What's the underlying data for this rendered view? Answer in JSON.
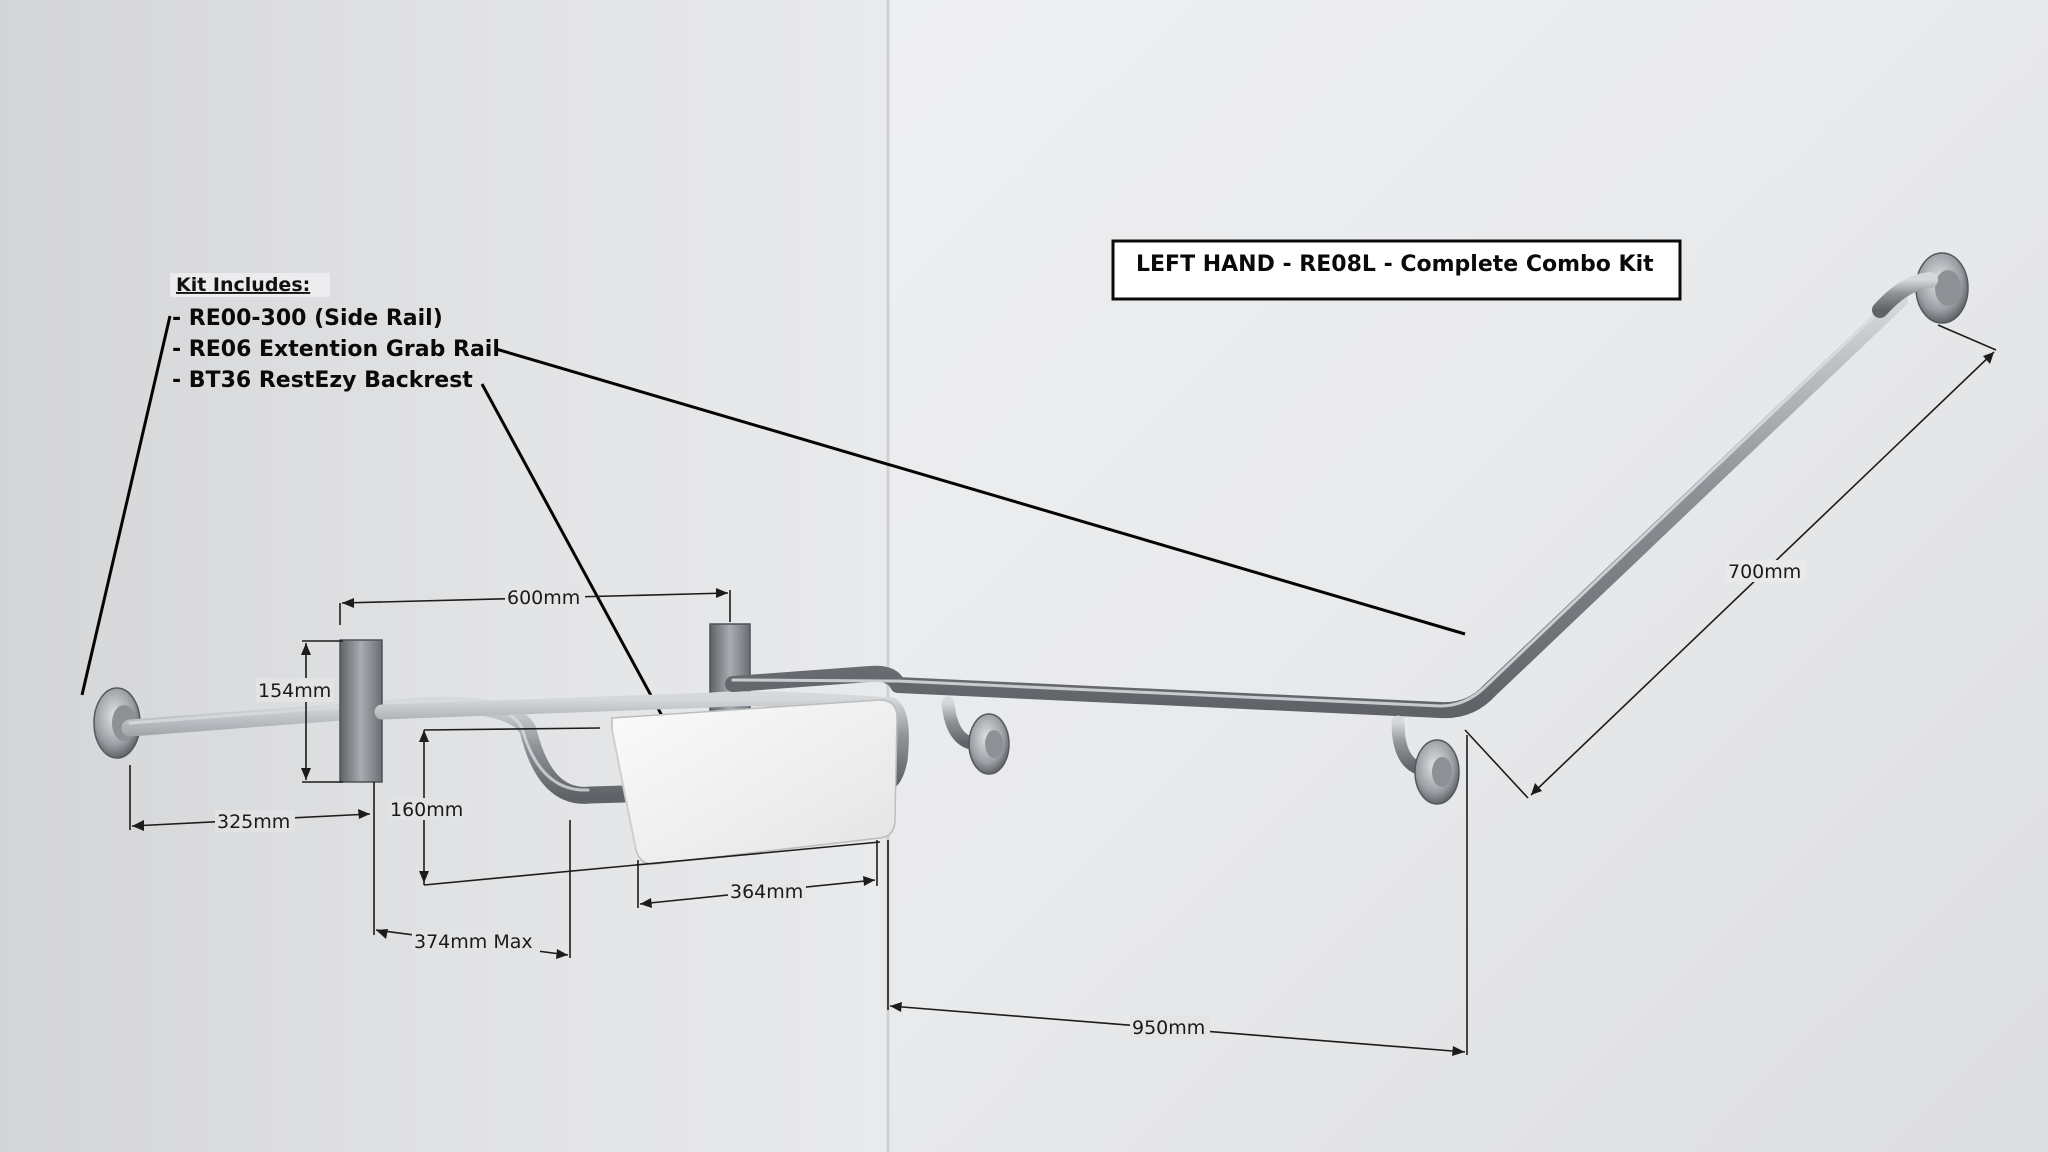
{
  "title": "LEFT HAND - RE08L - Complete Combo Kit",
  "kit": {
    "heading": "Kit Includes:",
    "items": [
      "- RE00-300 (Side Rail)",
      "- RE06 Extention Grab Rail",
      "- BT36 RestEzy Backrest"
    ]
  },
  "dimensions": {
    "d600": "600mm",
    "d154": "154mm",
    "d325": "325mm",
    "d160": "160mm",
    "d364": "364mm",
    "d374": "374mm Max",
    "d700": "700mm",
    "d950": "950mm"
  },
  "colors": {
    "wall_left": "#d9dadc",
    "wall_right": "#ececee",
    "steel": "#9a9ea3",
    "backrest": "#f2f2f2",
    "line": "#1c1c1c"
  }
}
